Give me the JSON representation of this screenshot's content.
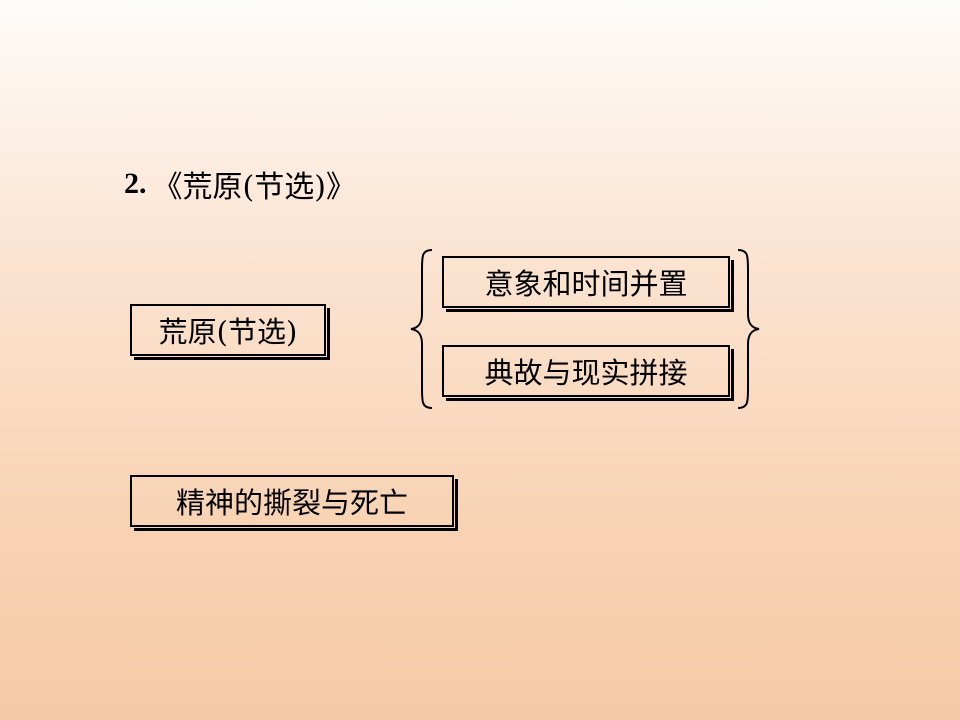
{
  "heading": {
    "number": "2",
    "separator": ".",
    "title": "《荒原(节选)》"
  },
  "diagram": {
    "root": "荒原(节选)",
    "branches": [
      "意象和时间并置",
      "典故与现实拼接"
    ],
    "theme": "精神的撕裂与死亡"
  },
  "colors": {
    "text": "#000000",
    "border": "#000000",
    "background_top": "#fefcfa",
    "background_bottom": "#f6caa6"
  }
}
